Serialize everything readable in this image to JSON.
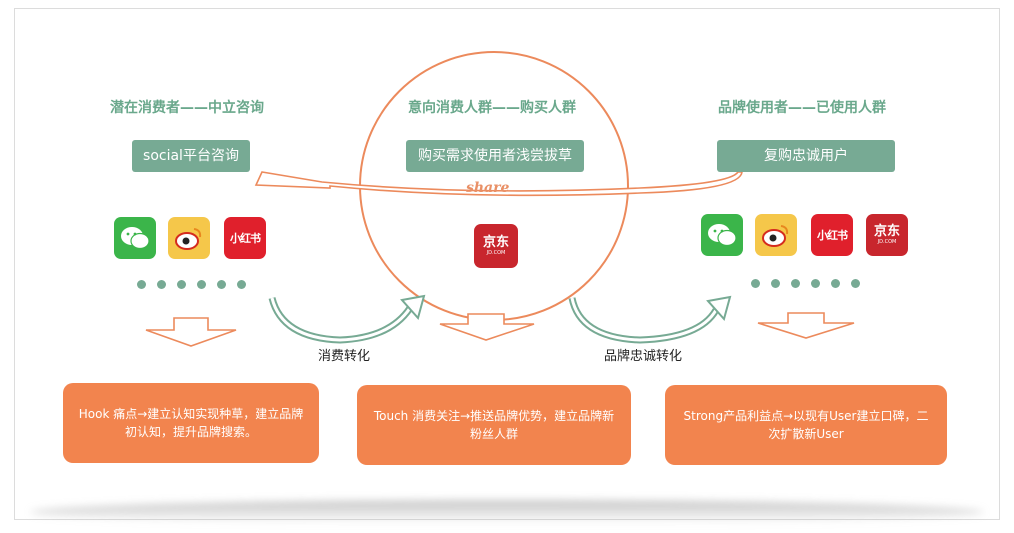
{
  "columns": [
    {
      "heading": "潜在消费者——中立咨询",
      "tag": "social平台咨询",
      "apps": [
        "wechat-icon",
        "weibo-icon",
        "xiaohongshu-icon"
      ],
      "card": "Hook 痛点→建立认知实现种草，建立品牌初认知，提升品牌搜索。"
    },
    {
      "heading": "意向消费人群——购买人群",
      "tag": "购买需求使用者浅尝拔草",
      "apps": [
        "jd-icon"
      ],
      "card": "Touch 消费关注→推送品牌优势，建立品牌新粉丝人群"
    },
    {
      "heading": "品牌使用者——已使用人群",
      "tag": "复购忠诚用户",
      "apps": [
        "wechat-icon",
        "weibo-icon",
        "xiaohongshu-icon",
        "jd-icon"
      ],
      "card": "Strong产品利益点→以现有User建立口碑，二次扩散新User"
    }
  ],
  "share_label": "share",
  "conversions": {
    "left": "消费转化",
    "right": "品牌忠诚转化"
  },
  "app_text": {
    "xiaohongshu": "小红书",
    "jd_cn": "京东",
    "jd_en": "JD.COM"
  },
  "colors": {
    "green": "#77aa94",
    "orange": "#f2844e",
    "circle": "#ec8a5c"
  }
}
